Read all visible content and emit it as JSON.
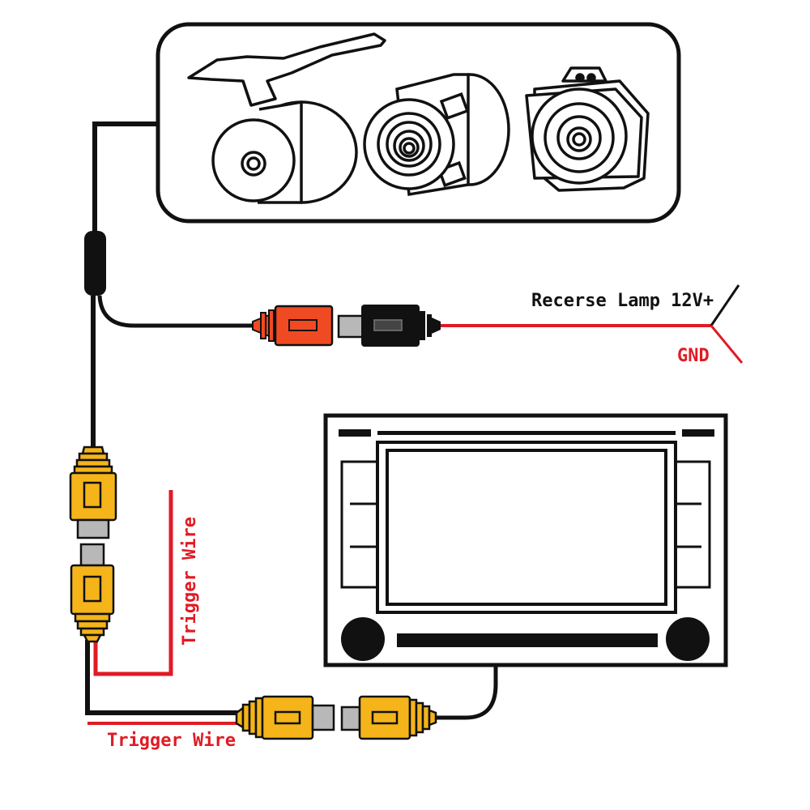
{
  "labels": {
    "reverse_lamp": "Recerse Lamp 12V+",
    "gnd": "GND",
    "trigger_wire_vertical": "Trigger Wire",
    "trigger_wire_bottom": "Trigger Wire"
  },
  "colors": {
    "black_wire": "#111111",
    "red_wire": "#e01b24",
    "yellow_rca": "#f4b41a",
    "red_connector": "#f04a23",
    "plug_grey": "#b8b8b8"
  },
  "components": {
    "cameras": [
      "camera-bracket-mount-icon",
      "camera-flush-mount-icon",
      "camera-square-mount-icon"
    ],
    "head_unit": "car-radio-head-unit-icon"
  }
}
